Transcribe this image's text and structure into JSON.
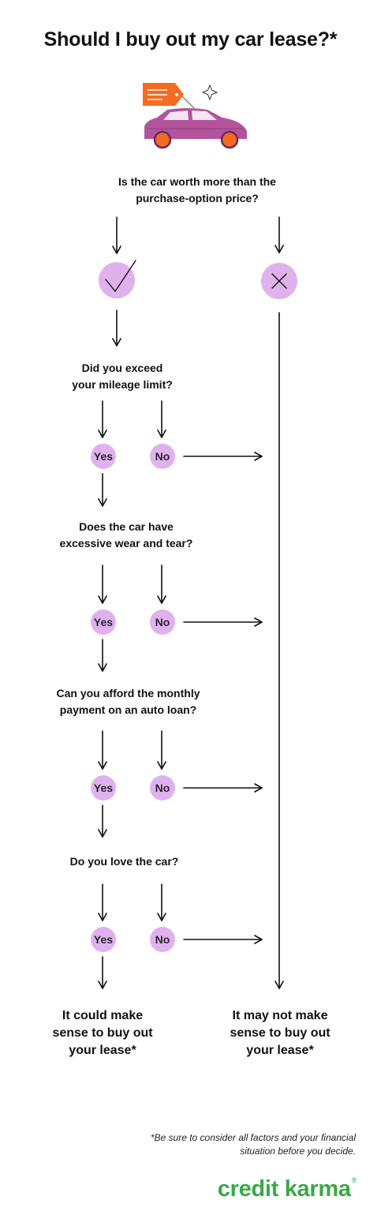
{
  "title": "Should I buy out my car lease?*",
  "questions": [
    {
      "lines": [
        "Is the car worth more than the",
        "purchase-option price?"
      ]
    },
    {
      "lines": [
        "Did you exceed",
        "your mileage limit?"
      ]
    },
    {
      "lines": [
        "Does the car have",
        "excessive wear and tear?"
      ]
    },
    {
      "lines": [
        "Can you afford the monthly",
        "payment on an auto loan?"
      ]
    },
    {
      "lines": [
        "Do you love the car?"
      ]
    }
  ],
  "answers": {
    "yes": "Yes",
    "no": "No"
  },
  "outcomes": {
    "yes": [
      "It could make",
      "sense to buy out",
      "your lease*"
    ],
    "no": [
      "It may not make",
      "sense to buy out",
      "your lease*"
    ]
  },
  "footnote": [
    "*Be sure to consider all factors and your financial",
    "situation before you decide."
  ],
  "brand": {
    "name": "credit karma",
    "mark": "®"
  },
  "colors": {
    "accent_circle": "#e0b2ed",
    "car_body": "#b3539c",
    "tag": "#f46b21",
    "brand": "#3aa848"
  }
}
